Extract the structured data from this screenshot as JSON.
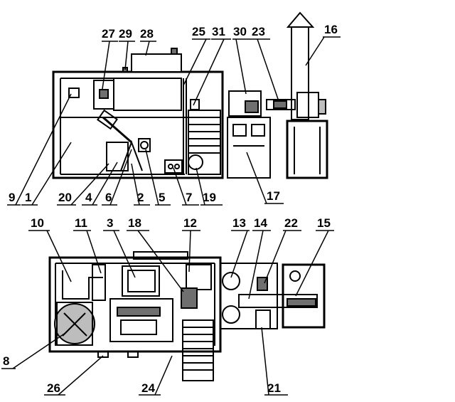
{
  "labels": {
    "l1": "1",
    "l2": "2",
    "l3": "3",
    "l4": "4",
    "l5": "5",
    "l6": "6",
    "l7": "7",
    "l8": "8",
    "l9": "9",
    "l10": "10",
    "l11": "11",
    "l12": "12",
    "l13": "13",
    "l14": "14",
    "l15": "15",
    "l16": "16",
    "l17": "17",
    "l18": "18",
    "l19": "19",
    "l20": "20",
    "l21": "21",
    "l22": "22",
    "l23": "23",
    "l24": "24",
    "l25": "25",
    "l26": "26",
    "l27": "27",
    "l28": "28",
    "l29": "29",
    "l30": "30",
    "l31": "31"
  }
}
